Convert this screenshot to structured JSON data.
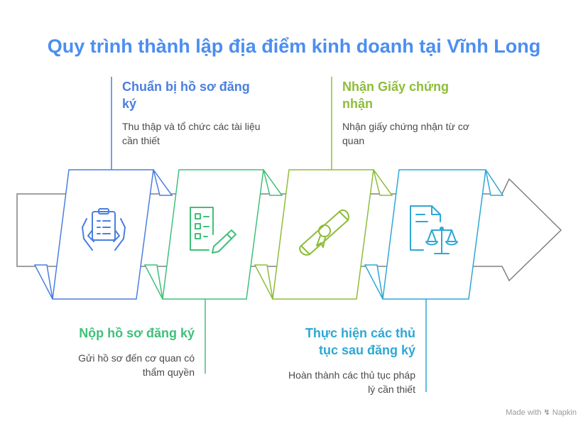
{
  "title": "Quy trình thành lập địa điểm kinh doanh tại Vĩnh Long",
  "colors": {
    "title": "#4b8ef0",
    "step1": "#4a7fe0",
    "step2": "#3fc07a",
    "step3": "#8dbd3a",
    "step4": "#2ea8d4",
    "arrow": "#808080"
  },
  "steps": [
    {
      "title": "Chuẩn bị hồ sơ đăng ký",
      "description": "Thu thập và tổ chức các tài liệu cần thiết",
      "icon": "clipboard-hands-icon"
    },
    {
      "title": "Nộp hồ sơ đăng ký",
      "description": "Gửi hồ sơ đến cơ quan có thẩm quyền",
      "icon": "checklist-pencil-icon"
    },
    {
      "title": "Nhận Giấy chứng nhận",
      "description": "Nhận giấy chứng nhận từ cơ quan",
      "icon": "diploma-scroll-icon"
    },
    {
      "title": "Thực hiện các thủ tục sau đăng ký",
      "description": "Hoàn thành các thủ tục pháp lý cần thiết",
      "icon": "document-scale-icon"
    }
  ],
  "footer": {
    "made_with": "Made with",
    "brand": "Napkin"
  }
}
